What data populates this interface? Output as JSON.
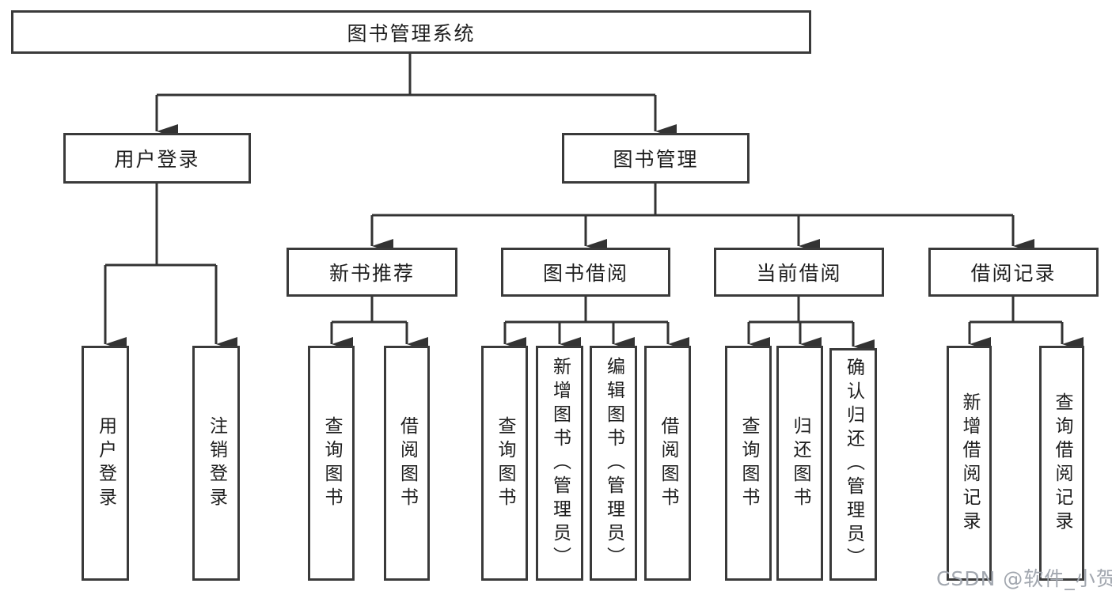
{
  "colors": {
    "background": "#ffffff",
    "line": "#333333",
    "box_border": "#3a3a3a",
    "text": "#1e1e1e",
    "watermark": "#a2a7af"
  },
  "tree": {
    "root": {
      "label": "图书管理系统",
      "children": [
        {
          "label": "用户登录",
          "children": [
            {
              "label": "用户登录"
            },
            {
              "label": "注销登录"
            }
          ]
        },
        {
          "label": "图书管理",
          "children": [
            {
              "label": "新书推荐",
              "children": [
                {
                  "label": "查询图书"
                },
                {
                  "label": "借阅图书"
                }
              ]
            },
            {
              "label": "图书借阅",
              "children": [
                {
                  "label": "查询图书"
                },
                {
                  "label": "新增图书（管理员）"
                },
                {
                  "label": "编辑图书（管理员）"
                },
                {
                  "label": "借阅图书"
                }
              ]
            },
            {
              "label": "当前借阅",
              "children": [
                {
                  "label": "查询图书"
                },
                {
                  "label": "归还图书"
                },
                {
                  "label": "确认归还（管理员）"
                }
              ]
            },
            {
              "label": "借阅记录",
              "children": [
                {
                  "label": "新增借阅记录"
                },
                {
                  "label": "查询借阅记录"
                }
              ]
            }
          ]
        }
      ]
    }
  },
  "watermark": {
    "text": "CSDN @软件_小贺同学"
  }
}
